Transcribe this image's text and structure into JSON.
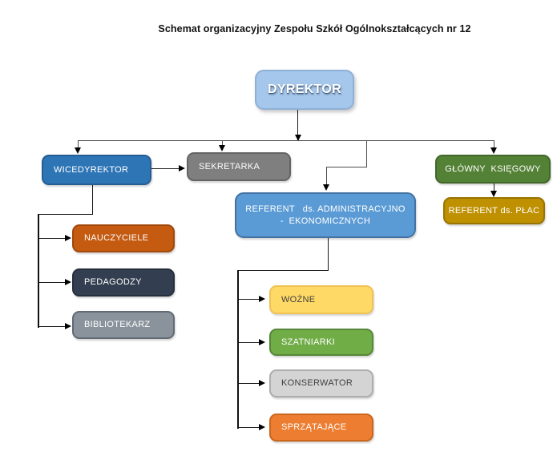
{
  "title": "Schemat organizacyjny Zespołu Szkół Ogólnokształcących nr 12",
  "diagram": {
    "type": "org-chart",
    "root": "DYREKTOR",
    "hierarchy": {
      "DYREKTOR": [
        "WICEDYREKTOR",
        "SEKRETARKA",
        "REFERENT ds. ADMINISTRACYJNO - EKONOMICZNYCH",
        "GŁÓWNY KSIĘGOWY"
      ],
      "WICEDYREKTOR": [
        "SEKRETARKA",
        "NAUCZYCIELE",
        "PEDAGODZY",
        "BIBLIOTEKARZ"
      ],
      "GŁÓWNY KSIĘGOWY": [
        "REFERENT ds. PŁAC"
      ],
      "REFERENT ds. ADMINISTRACYJNO - EKONOMICZNYCH": [
        "WOŻNE",
        "SZATNIARKI",
        "KONSERWATOR",
        "SPRZĄTAJĄCE"
      ]
    }
  },
  "nodes": {
    "dyrektor": {
      "label": "DYREKTOR",
      "fill": "#A5C7EB",
      "border": "#8FB0D6",
      "text": "#FFFFFF"
    },
    "wicedyrektor": {
      "label": "WICEDYREKTOR",
      "fill": "#2E75B6",
      "border": "#255D92",
      "text": "#FFFFFF"
    },
    "sekretarka": {
      "label": "SEKRETARKA",
      "fill": "#7F7F7F",
      "border": "#646464",
      "text": "#FFFFFF"
    },
    "glowny_ksiegowy": {
      "label": "GŁÓWNY  KSIĘGOWY",
      "fill": "#538135",
      "border": "#41672A",
      "text": "#FFFFFF"
    },
    "referent_plac": {
      "label": "REFERENT ds. PŁAC",
      "fill": "#BF9000",
      "border": "#997300",
      "text": "#FFFFFF"
    },
    "referent_admin": {
      "label": "REFERENT   ds. ADMINISTRACYJNO\n-  EKONOMICZNYCH",
      "fill": "#5B9BD5",
      "border": "#4472A4",
      "text": "#FFFFFF"
    },
    "nauczyciele": {
      "label": "NAUCZYCIELE",
      "fill": "#C55A11",
      "border": "#A1490D",
      "text": "#FFFFFF"
    },
    "pedagodzy": {
      "label": "PEDAGODZY",
      "fill": "#333F50",
      "border": "#26303D",
      "text": "#FFFFFF"
    },
    "bibliotekarz": {
      "label": "BIBLIOTEKARZ",
      "fill": "#8A939B",
      "border": "#606B76",
      "text": "#FFFFFF"
    },
    "wozne": {
      "label": "WOŻNE",
      "fill": "#FFD966",
      "border": "#EFC253",
      "text": "#404040"
    },
    "szatniarki": {
      "label": "SZATNIARKI",
      "fill": "#70AD47",
      "border": "#568637",
      "text": "#FFFFFF"
    },
    "konserwator": {
      "label": "KONSERWATOR",
      "fill": "#D4D4D4",
      "border": "#ADADAD",
      "text": "#404040"
    },
    "sprzatajace": {
      "label": "SPRZĄTAJĄCE",
      "fill": "#ED7D31",
      "border": "#C9671F",
      "text": "#FFFFFF"
    }
  }
}
